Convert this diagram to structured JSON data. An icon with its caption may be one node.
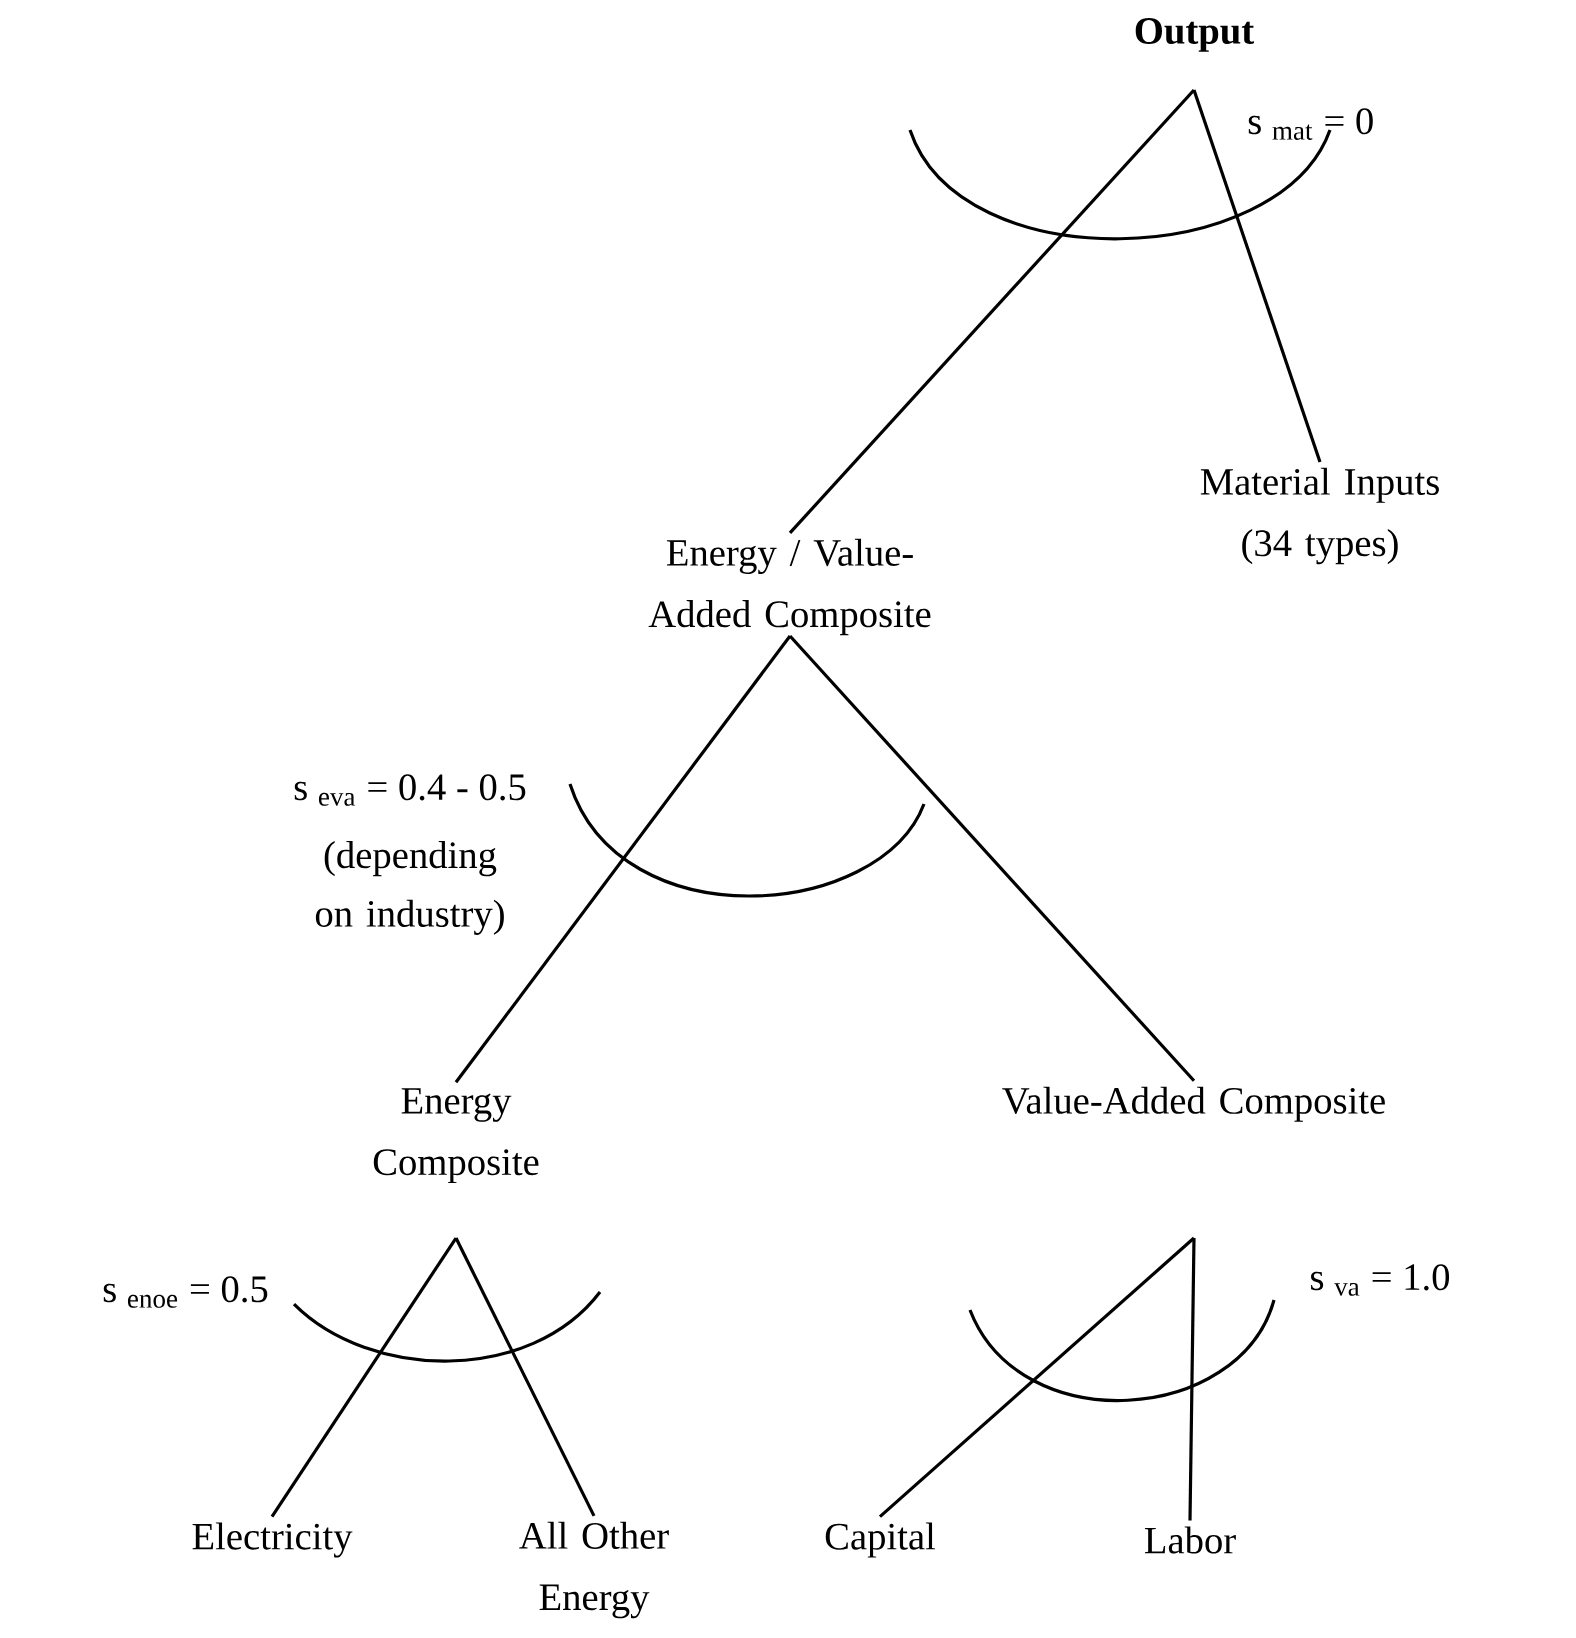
{
  "diagram": {
    "nodes": [
      {
        "text": [
          "Output"
        ]
      },
      {
        "text": [
          "Energy / Value-Added Composite"
        ]
      },
      {
        "text": [
          "Material Inputs (34 types)"
        ]
      },
      {
        "text": [
          "Energy Composite"
        ]
      },
      {
        "text": [
          "Value-Added Composite"
        ]
      },
      {
        "text": [
          "Electricity"
        ]
      },
      {
        "text": [
          "All Other Energy"
        ]
      },
      {
        "text": [
          "Capital"
        ]
      },
      {
        "text": [
          "Labor"
        ]
      }
    ],
    "edges": [
      {
        "from": 0,
        "to": 1,
        "arrow": "none"
      },
      {
        "from": 0,
        "to": 2,
        "arrow": "none"
      },
      {
        "from": 1,
        "to": 3,
        "arrow": "none"
      },
      {
        "from": 1,
        "to": 4,
        "arrow": "none"
      },
      {
        "from": 3,
        "to": 5,
        "arrow": "none"
      },
      {
        "from": 3,
        "to": 6,
        "arrow": "none"
      },
      {
        "from": 4,
        "to": 7,
        "arrow": "none"
      },
      {
        "from": 4,
        "to": 8,
        "arrow": "none"
      }
    ],
    "labels": [
      "s $_{mat}$ = 0",
      "s $_{eva}$ = 0.4 - 0.5",
      "(depending on industry)",
      "s $_{enoe}$ = 0.5",
      "s $_{va}$ = 1.0"
    ]
  }
}
